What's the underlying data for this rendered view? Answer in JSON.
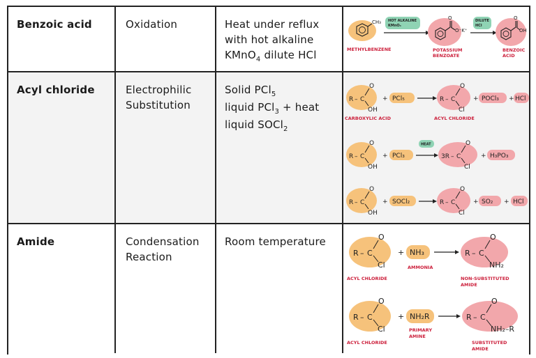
{
  "rows": [
    {
      "compound": "Benzoic acid",
      "reaction": "Oxidation",
      "conditions_lines": [
        "Heat under reflux",
        "with hot alkaline",
        "KMnO",
        "dilute HCl"
      ],
      "scheme": {
        "reactant": "CH₃",
        "reactant_label": "METHYLBENZENE",
        "reagent1": [
          "HOT ALKALINE",
          "KMnO₄"
        ],
        "intermediate": "O⁻K⁺",
        "intermediate_label": [
          "POTASSIUM",
          "BENZOATE"
        ],
        "reagent2": [
          "DILUTE",
          "HCl"
        ],
        "product": "OH",
        "product_label": [
          "BENZOIC",
          "ACID"
        ]
      }
    },
    {
      "compound": "Acyl chloride",
      "reaction_lines": [
        "Electrophilic",
        "Substitution"
      ],
      "conditions_lines": [
        "Solid  PCl",
        "liquid  PCl",
        "+ heat",
        "liquid  SOCl"
      ],
      "scheme": {
        "eq1": {
          "reactant_label": "CARBOXYLIC ACID",
          "reagent": "PCl₅",
          "product_label": "ACYL CHLORIDE",
          "byproduct1": "POCl₃",
          "byproduct2": "HCl"
        },
        "eq2": {
          "reagent": "PCl₃",
          "condition": "HEAT",
          "product_prefix": "3R",
          "byproduct1": "H₃PO₃"
        },
        "eq3": {
          "reagent": "SOCl₂",
          "byproduct1": "SO₂",
          "byproduct2": "HCl"
        }
      }
    },
    {
      "compound": "Amide",
      "reaction_lines": [
        "Condensation",
        "Reaction"
      ],
      "conditions_lines": [
        "Room temperature"
      ],
      "scheme": {
        "eq1": {
          "reactant_label": "ACYL CHLORIDE",
          "reagent": "NH₃",
          "reagent_label": "AMMONIA",
          "product_group": "NH₂",
          "product_label": [
            "NON-SUBSTITUTED",
            "AMIDE"
          ]
        },
        "eq2": {
          "reactant_label": "ACYL CHLORIDE",
          "reagent": "NH₂R",
          "reagent_label": [
            "PRIMARY",
            "AMINE"
          ],
          "product_group": "NH₂–R",
          "product_label": [
            "SUBSTITUTED",
            "AMIDE"
          ]
        }
      }
    }
  ],
  "atoms": {
    "R": "R",
    "C": "C",
    "O": "O",
    "OH": "OH",
    "Cl": "Cl",
    "plus": "+",
    "dash": "–"
  }
}
